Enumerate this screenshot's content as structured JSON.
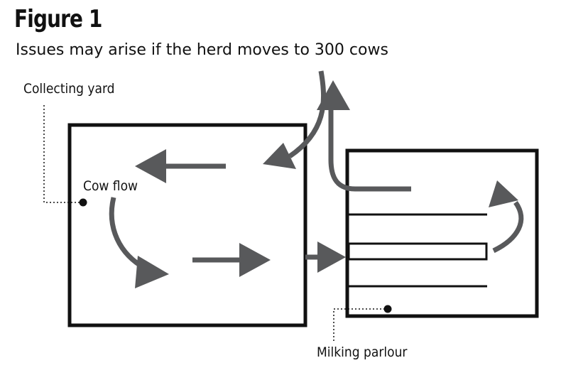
{
  "figure": {
    "title": "Figure 1",
    "subtitle": "Issues may arise if the herd moves to 300 cows"
  },
  "labels": {
    "collecting_yard": "Collecting yard",
    "cow_flow": "Cow flow",
    "milking_parlour": "Milking parlour"
  },
  "colors": {
    "outline": "#111111",
    "arrow": "#58595b",
    "background": "#ffffff"
  }
}
